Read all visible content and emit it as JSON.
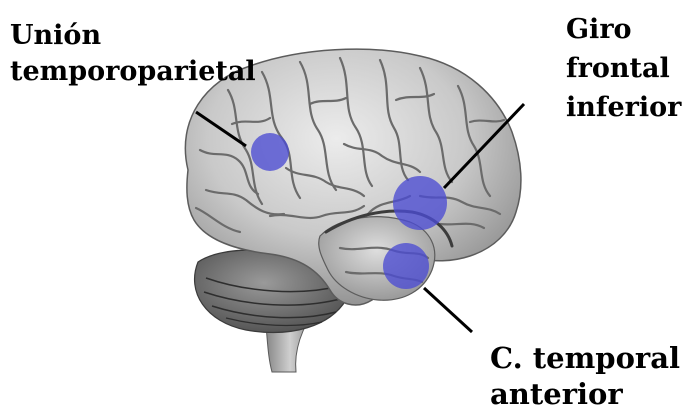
{
  "colors": {
    "background": "#ffffff",
    "text": "#000000",
    "brain_light": "#d2d2d2",
    "brain_dark": "#6e6e6e",
    "activation": "#4b4bd2",
    "leader_line": "#000000"
  },
  "labels": {
    "temporoparietal_junction": [
      "Unión",
      "temporoparietal"
    ],
    "inferior_frontal_gyrus": [
      "Giro",
      "frontal",
      "inferior"
    ],
    "anterior_temporal": [
      "C. temporal",
      "anterior"
    ]
  },
  "image": {
    "subject": "brain-lateral-view-icon"
  }
}
